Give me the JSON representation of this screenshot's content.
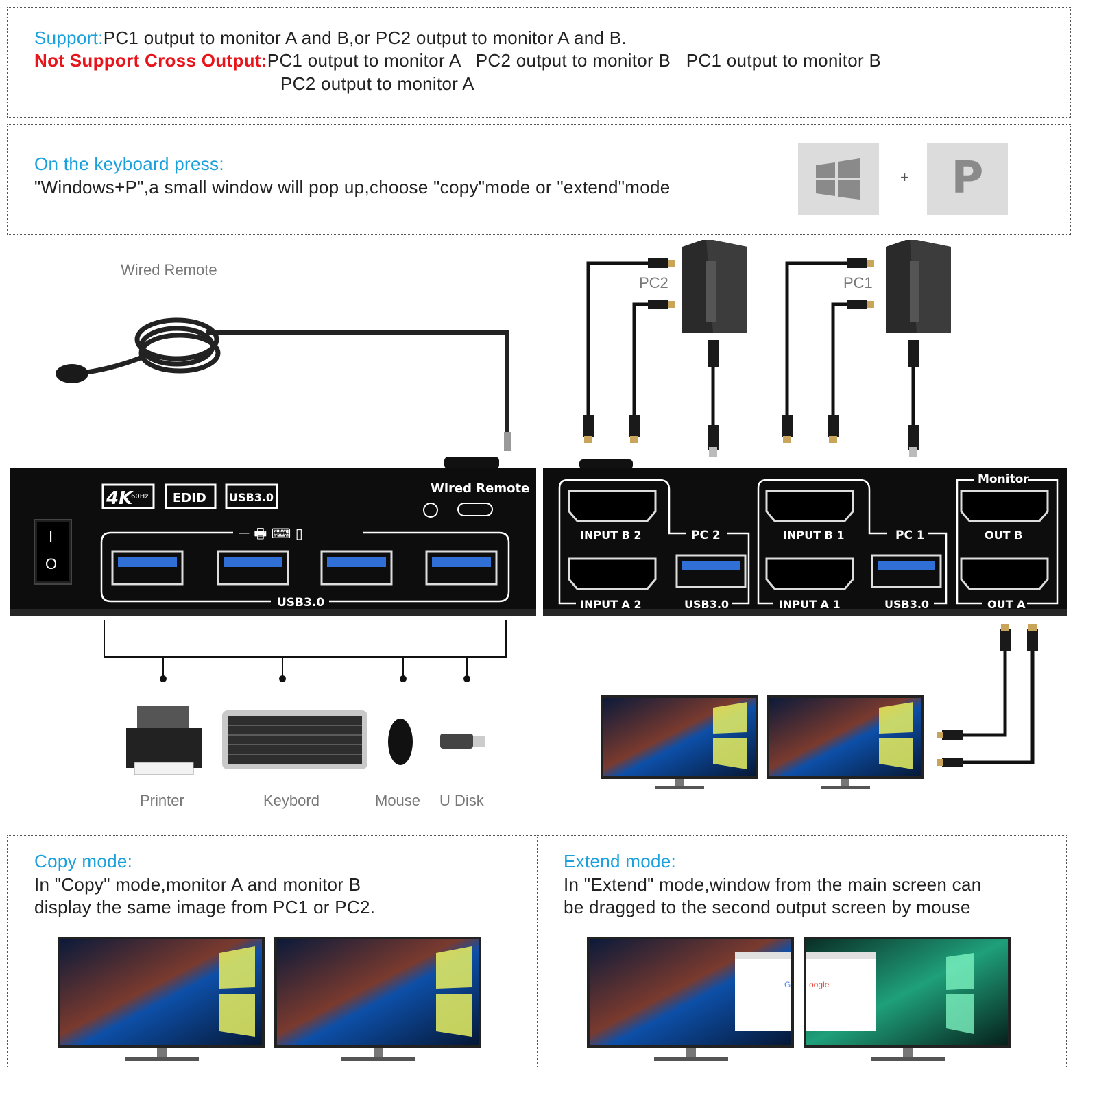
{
  "support": {
    "label": "Support:",
    "text": "PC1 output to monitor A and B,or PC2 output to monitor A and B.",
    "not_label": "Not Support Cross Output:",
    "not_text_1": "PC1 output to monitor A   PC2 output to monitor B   PC1 output to monitor B",
    "not_text_2": "PC2 output to monitor A"
  },
  "keyboard": {
    "heading": "On the keyboard press:",
    "text": "\"Windows+P\",a small window will pop up,choose \"copy\"mode or \"extend\"mode",
    "key_plus": "+",
    "key_p": "P"
  },
  "diagram": {
    "wired_remote_caption": "Wired Remote",
    "pc2_label": "PC2",
    "pc1_label": "PC1",
    "left_panel": {
      "badge_4k": "4K",
      "badge_60hz": "60Hz",
      "badge_edid": "EDID",
      "badge_usb": "USB3.0",
      "wired_remote": "Wired Remote",
      "usb_label": "USB3.0",
      "switch_on": "I",
      "switch_off": "O"
    },
    "right_panel": {
      "input_b2": "INPUT B 2",
      "pc2": "PC 2",
      "input_a2": "INPUT A 2",
      "usb_1": "USB3.0",
      "input_b1": "INPUT B 1",
      "pc1": "PC 1",
      "input_a1": "INPUT A 1",
      "usb_2": "USB3.0",
      "monitor": "Monitor",
      "out_b": "OUT B",
      "out_a": "OUT A"
    },
    "peripherals": [
      "Printer",
      "Keybord",
      "Mouse",
      "U Disk"
    ]
  },
  "copy_mode": {
    "heading": "Copy mode:",
    "line1": "In \"Copy\" mode,monitor A and monitor B",
    "line2": "display the same image from PC1 or PC2."
  },
  "extend_mode": {
    "heading": "Extend mode:",
    "line1": "In \"Extend\" mode,window from the main screen can",
    "line2": "be dragged to the second output screen by mouse",
    "google_partial_1": "G",
    "google_partial_2": "oogle"
  },
  "colors": {
    "accent_blue": "#1aa0dc",
    "warning_red": "#e8141b",
    "device_black": "#111111"
  }
}
